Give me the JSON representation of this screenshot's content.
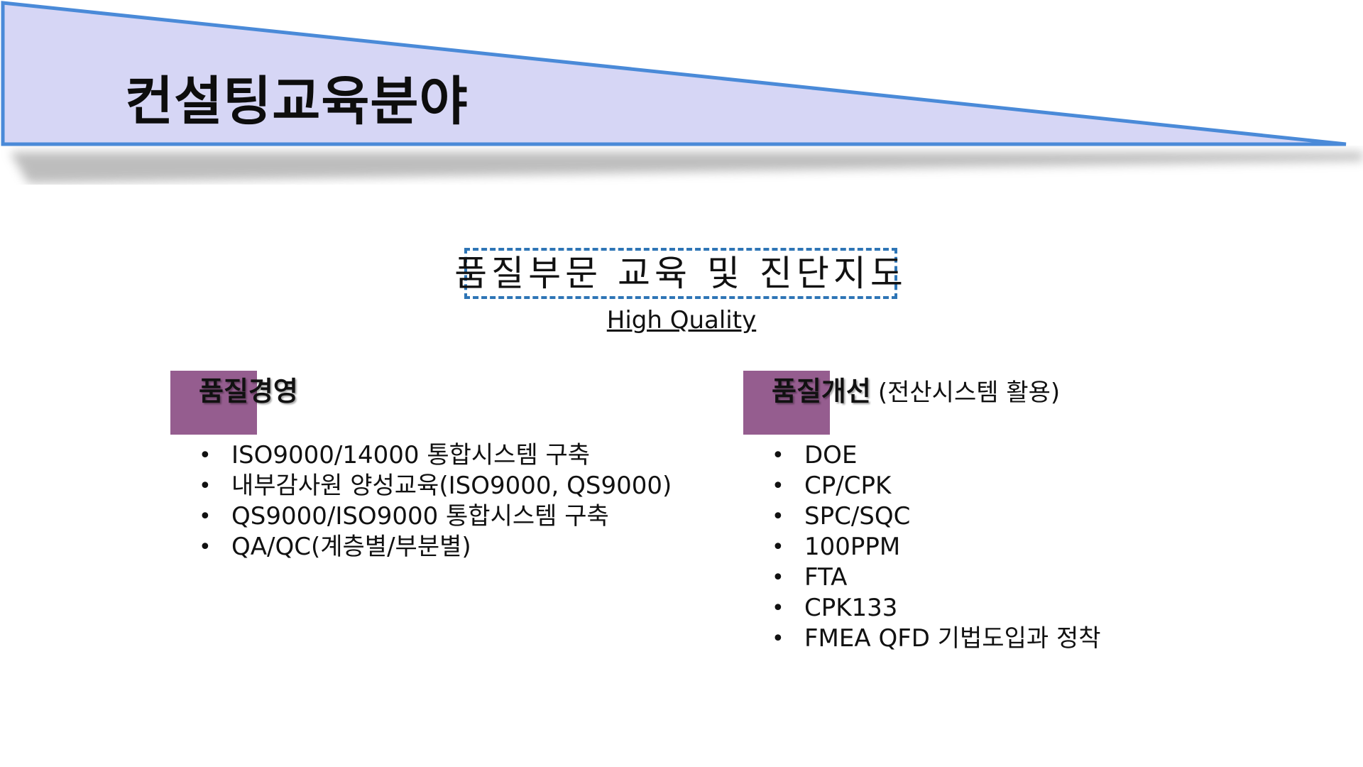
{
  "slide": {
    "title": "컨설팅교육분야",
    "subtitle": "품질부문 교육 및 진단지도",
    "tagline": "High Quality",
    "colors": {
      "banner_fill": "#d6d6f5",
      "banner_border": "#4a8ad8",
      "accent_block": "#955d8f",
      "dashed_border": "#2e75b6"
    }
  },
  "sections": {
    "left": {
      "heading": "품질경영",
      "items": [
        "ISO9000/14000 통합시스템 구축",
        "내부감사원 양성교육(ISO9000, QS9000)",
        "QS9000/ISO9000 통합시스템 구축",
        "QA/QC(계층별/부분별)"
      ]
    },
    "right": {
      "heading": "품질개선",
      "note": "(전산시스템 활용)",
      "items": [
        "DOE",
        "CP/CPK",
        "SPC/SQC",
        "100PPM",
        "FTA",
        "CPK133",
        "FMEA QFD 기법도입과 정착"
      ]
    }
  },
  "bullet_glyph": "•"
}
